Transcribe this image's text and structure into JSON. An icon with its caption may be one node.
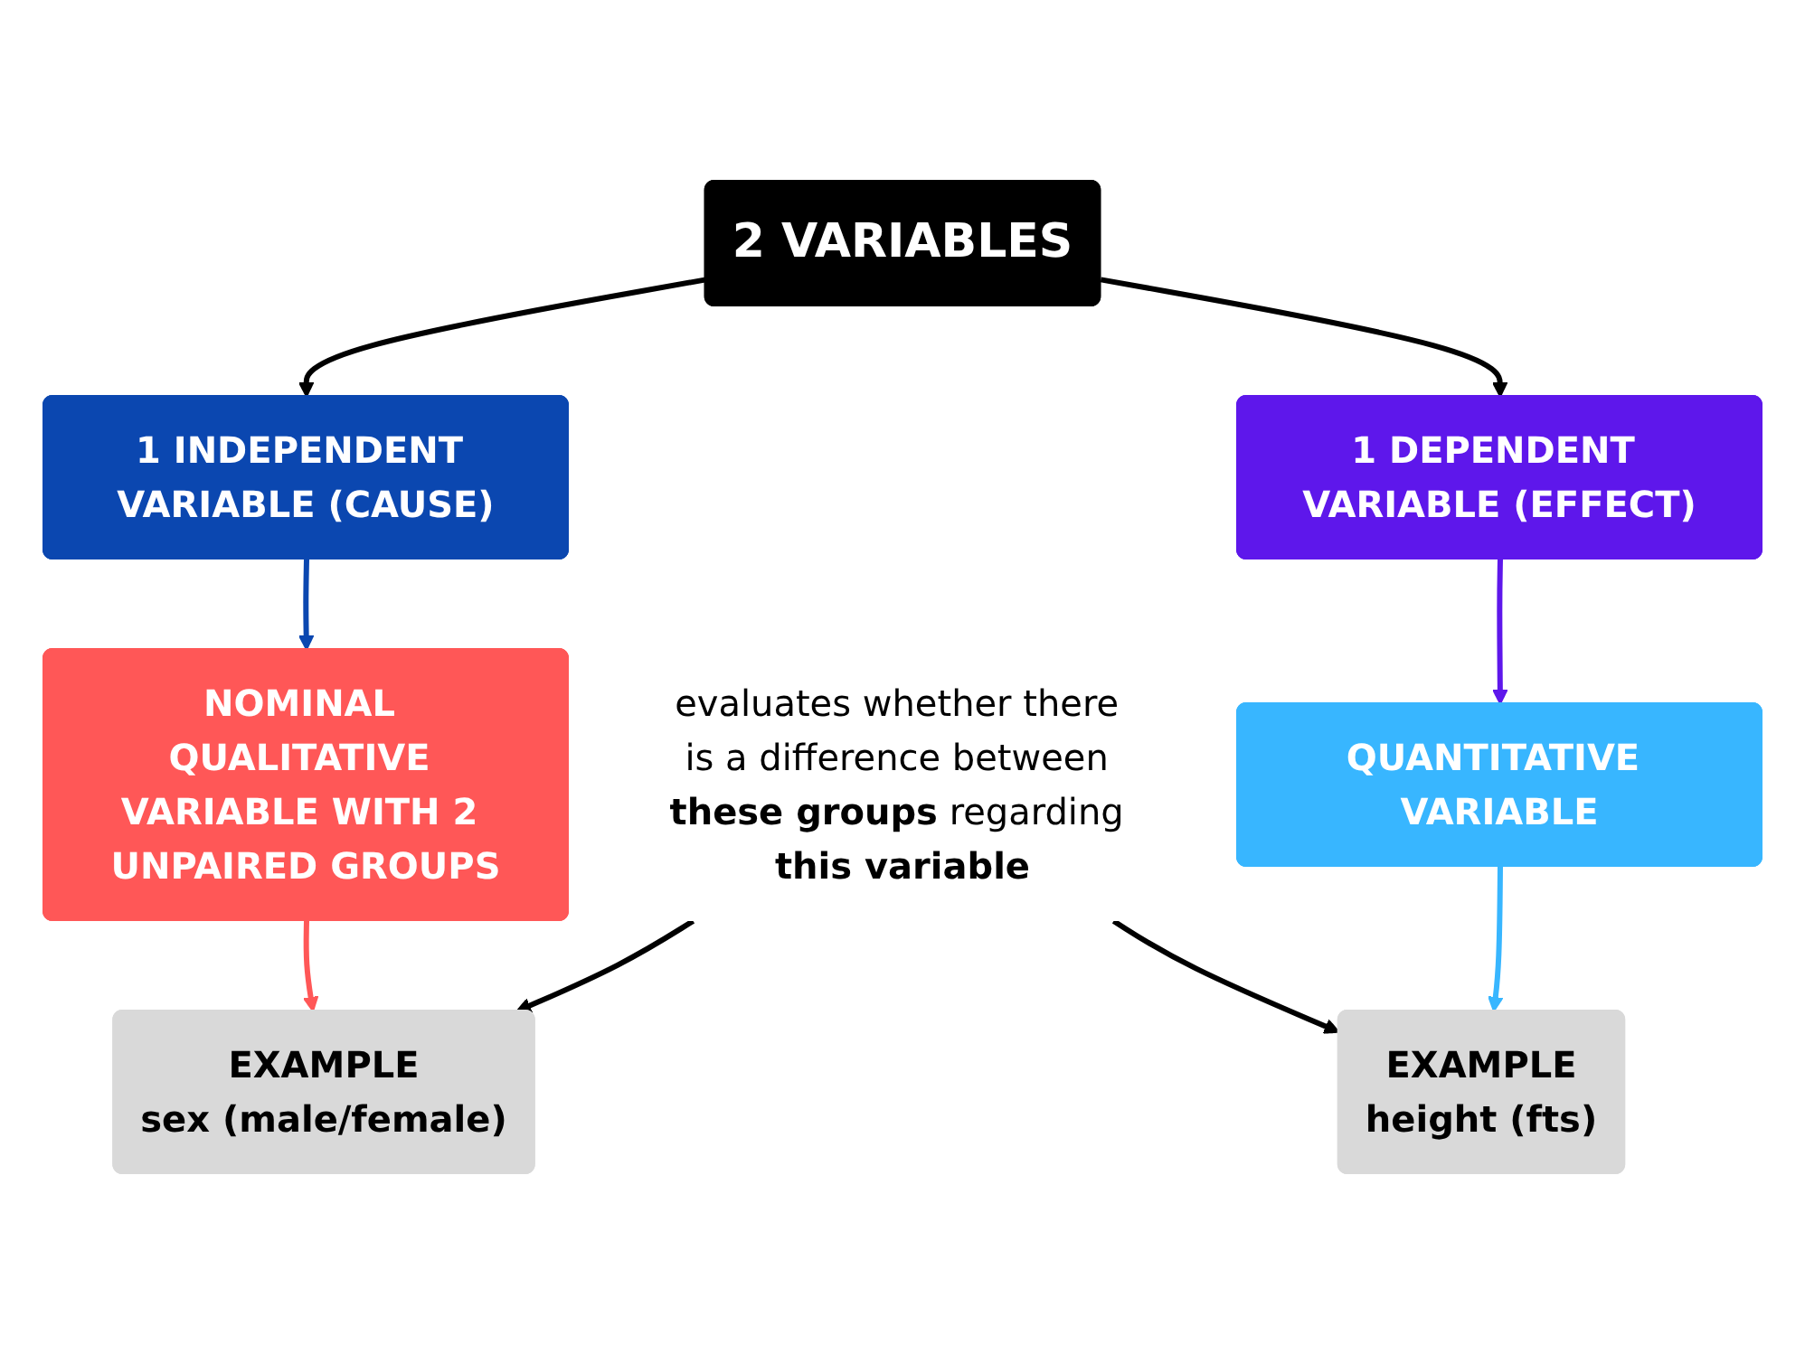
{
  "diagram": {
    "nodes": [
      {
        "text": [
          "2 VARIABLES"
        ]
      },
      {
        "text": [
          "1 INDEPENDENT VARIABLE (CAUSE)"
        ]
      },
      {
        "text": [
          "1 DEPENDENT VARIABLE (EFFECT)"
        ]
      },
      {
        "text": [
          "NOMINAL QUALITATIVE VARIABLE WITH 2 UNPAIRED GROUPS"
        ]
      },
      {
        "text": [
          "QUANTITATIVE VARIABLE"
        ]
      },
      {
        "text": [
          "evaluates whether there is a difference between **these groups** regarding **this variable**"
        ]
      },
      {
        "text": [
          "EXAMPLE",
          "sex (male/female)"
        ]
      },
      {
        "text": [
          "EXAMPLE",
          "height (fts)"
        ]
      }
    ],
    "edges": [
      {
        "from": 0,
        "to": 1,
        "arrow": "to"
      },
      {
        "from": 0,
        "to": 2,
        "arrow": "to"
      },
      {
        "from": 1,
        "to": 3,
        "arrow": "to",
        "color": "#0b47b0"
      },
      {
        "from": 2,
        "to": 4,
        "arrow": "to",
        "color": "#5e17eb"
      },
      {
        "from": 3,
        "to": 6,
        "arrow": "to",
        "color": "#ff5757"
      },
      {
        "from": 4,
        "to": 7,
        "arrow": "to",
        "color": "#38b6ff"
      },
      {
        "from": 5,
        "to": 6,
        "arrow": "to"
      },
      {
        "from": 5,
        "to": 7,
        "arrow": "to"
      }
    ]
  }
}
